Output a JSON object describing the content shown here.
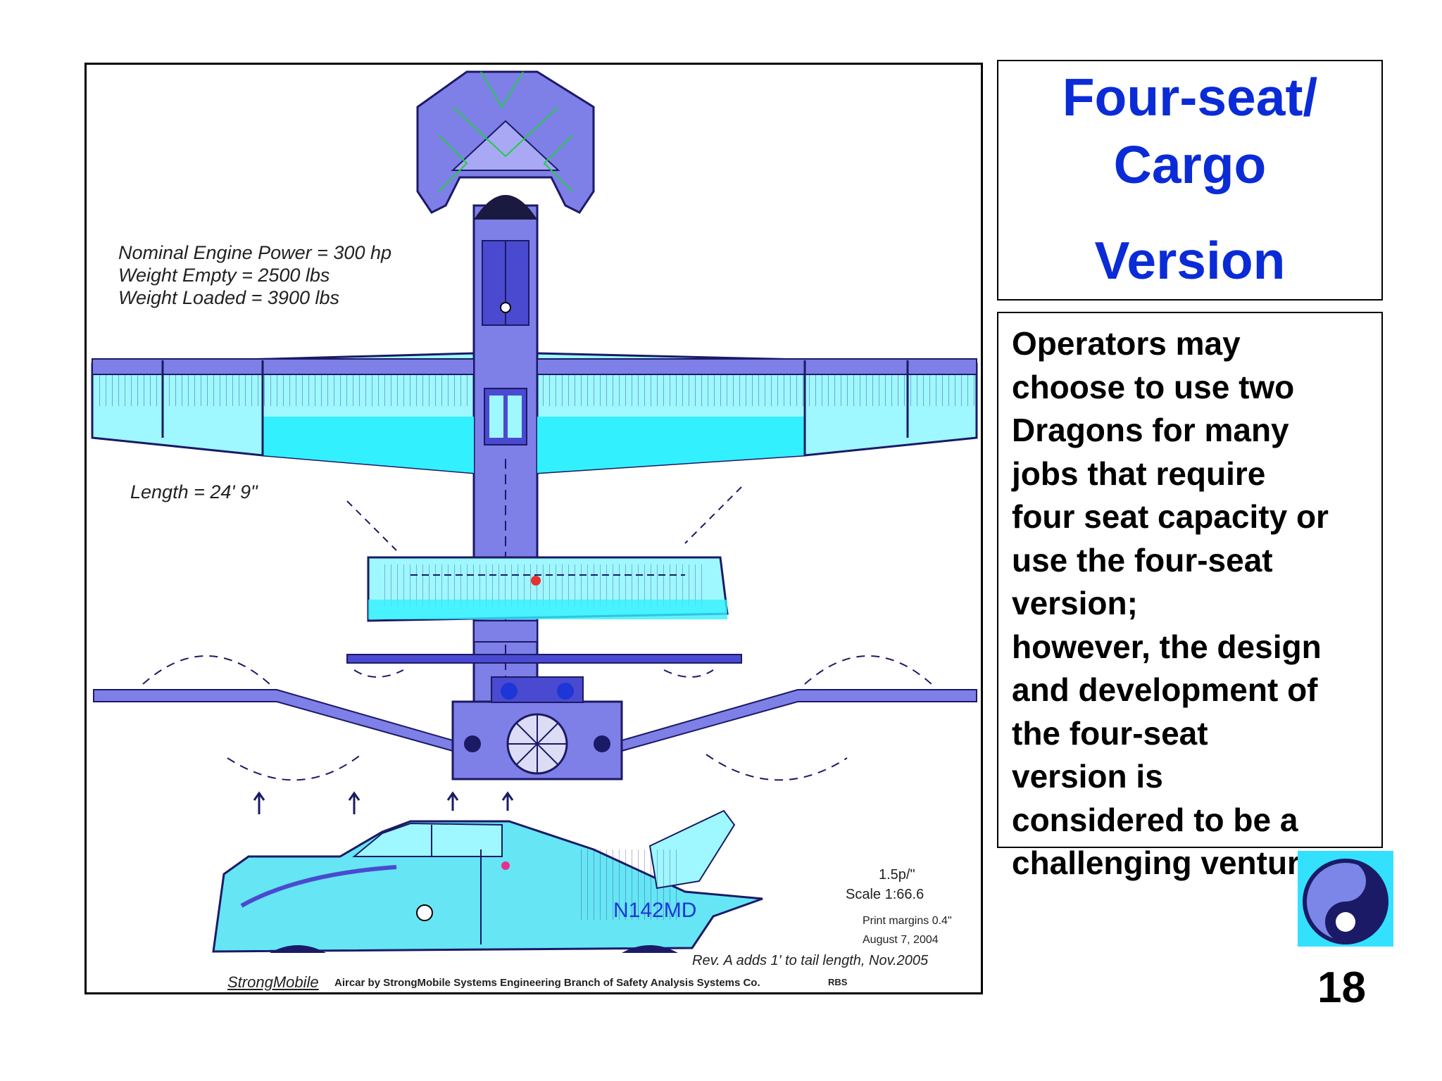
{
  "slide": {
    "title_lines": [
      "Four-seat/",
      "Cargo",
      "Version"
    ],
    "body": "Operators may\nchoose to use two\nDragons for many\njobs that require\nfour seat capacity or\nuse the four-seat\nversion;\nhowever, the design\nand development of\nthe four-seat\nversion is\nconsidered to be a\nchallenging venture.",
    "page_number": "18"
  },
  "drawing": {
    "specs": [
      "Nominal Engine Power = 300 hp",
      "Weight Empty = 2500 lbs",
      "Weight Loaded = 3900 lbs"
    ],
    "length": "Length = 24' 9\"",
    "scale_ratio": "1.5p/\"",
    "scale": "Scale 1:66.6",
    "print_margins": "Print margins 0.4\"",
    "date": "August 7, 2004",
    "revision": "Rev. A adds 1' to tail length, Nov.2005",
    "registration": "N142MD",
    "brand": "StrongMobile",
    "credit": "Aircar by StrongMobile Systems Engineering Branch of Safety Analysis Systems Co.",
    "initials": "RBS"
  },
  "colors": {
    "title_blue": "#0a2bd6",
    "fuselage": "#7f7fe8",
    "fuselage_dark": "#4a4ad0",
    "wing_cyan": "#33f0ff",
    "wing_light": "#9ff7ff",
    "car_body": "#66e5f5",
    "outline": "#1a1a66",
    "logo_bg": "#33e1ff"
  },
  "icons": {
    "logo": "yin-yang-icon"
  }
}
